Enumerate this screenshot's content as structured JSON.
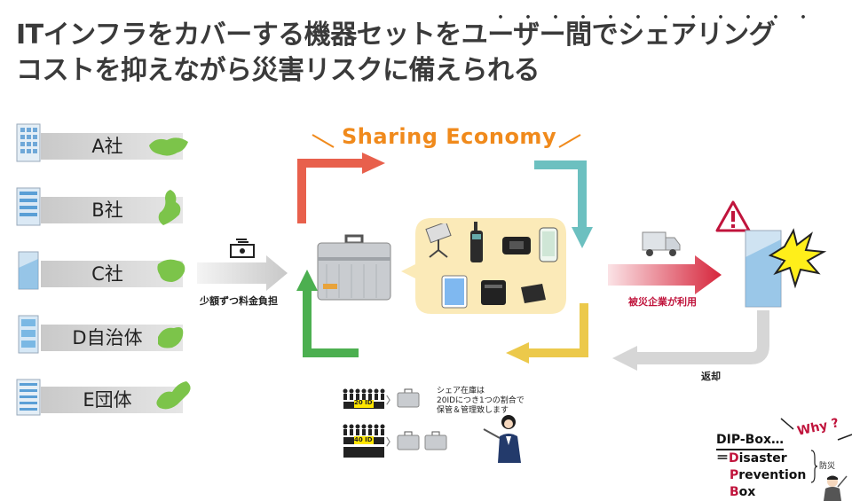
{
  "title": {
    "line1": "ITインフラをカバーする機器セットをユーザー間でシェアリング",
    "line2": "コストを抑えながら災害リスクに備えられる",
    "emphasis_dots": "・・・・・・・・・・・・"
  },
  "companies": [
    {
      "label": "A社"
    },
    {
      "label": "B社"
    },
    {
      "label": "C社"
    },
    {
      "label": "D自治体"
    },
    {
      "label": "E団体"
    }
  ],
  "payment_label": "少額ずつ料金負担",
  "sharing_economy": "Sharing Economy",
  "disaster_label": "被災企業が利用",
  "return_label": "返却",
  "inventory": {
    "badge_20": "20 ID",
    "badge_40": "40 ID",
    "note_line1": "シェア在庫は",
    "note_line2": "20IDにつき1つの割合で",
    "note_line3": "保管＆管理致します"
  },
  "dip": {
    "line1": "DIP-Box…",
    "eq": "＝",
    "d_initial": "D",
    "d_rest": "isaster",
    "p_initial": "P",
    "p_rest": "revention",
    "b_initial": "B",
    "b_rest": "ox",
    "why": "Why ?",
    "bousai": "防災"
  },
  "colors": {
    "arrow_red": "#e8604c",
    "arrow_teal": "#6cc0c0",
    "arrow_yellow": "#ecc94b",
    "arrow_green": "#4caf50",
    "accent_orange": "#f08a1c",
    "accent_red": "#c0143c",
    "map_green": "#7cc44a"
  }
}
